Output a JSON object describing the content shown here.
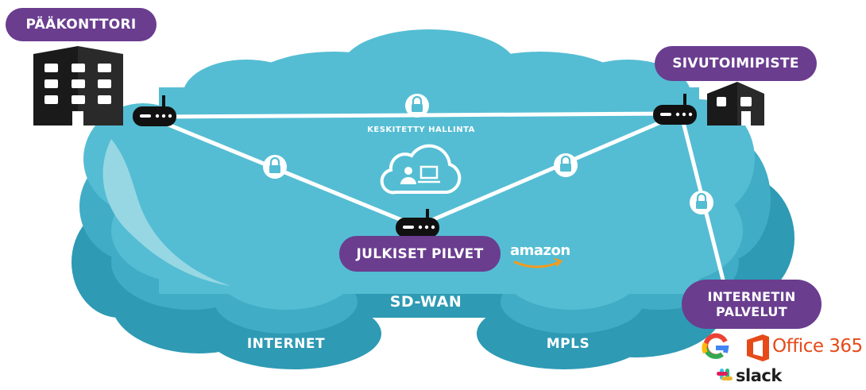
{
  "sites": {
    "headquarters": "PÄÄKONTTORI",
    "branch": "SIVUTOIMIPISTE",
    "public_clouds": "JULKISET PILVET",
    "internet_services": "INTERNETIN\nPALVELUT"
  },
  "cloud_labels": {
    "central_management": "KESKITETTY HALLINTA",
    "sdwan": "SD-WAN",
    "internet": "INTERNET",
    "mpls": "MPLS"
  },
  "brands": {
    "amazon": "amazon",
    "google": "G",
    "office365": "Office 365",
    "slack": "slack"
  },
  "colors": {
    "purple": "#6a3d8f",
    "cloud_light": "#54bdd3",
    "cloud_mid": "#3fabc4",
    "cloud_dark": "#2a97b1",
    "building": "#1a1a1a"
  }
}
